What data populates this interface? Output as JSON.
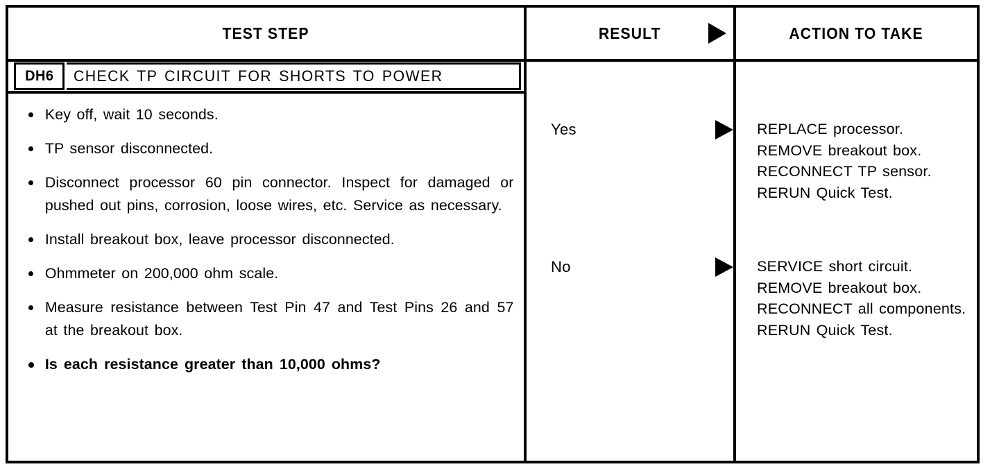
{
  "table": {
    "headers": {
      "test_step": "TEST STEP",
      "result": "RESULT",
      "action": "ACTION TO TAKE",
      "result_arrow_icon": "right-triangle-arrow-icon"
    },
    "step": {
      "code": "DH6",
      "title": "CHECK TP CIRCUIT FOR SHORTS TO POWER",
      "items": [
        {
          "text": "Key off, wait 10 seconds.",
          "bold": false
        },
        {
          "text": "TP sensor disconnected.",
          "bold": false
        },
        {
          "text": "Disconnect processor 60 pin connector. Inspect for damaged or pushed out pins, corrosion, loose wires, etc. Service as necessary.",
          "bold": false
        },
        {
          "text": "Install breakout box, leave processor disconnected.",
          "bold": false
        },
        {
          "text": "Ohmmeter on 200,000 ohm scale.",
          "bold": false
        },
        {
          "text": "Measure resistance between Test Pin 47 and Test Pins 26 and 57 at the breakout box.",
          "bold": false
        },
        {
          "text": "Is each resistance greater than 10,000 ohms?",
          "bold": true
        }
      ]
    },
    "branches": [
      {
        "result": "Yes",
        "arrow_icon": "right-triangle-arrow-icon",
        "action": "REPLACE processor. REMOVE breakout box. RECONNECT TP sensor. RERUN Quick Test."
      },
      {
        "result": "No",
        "arrow_icon": "right-triangle-arrow-icon",
        "action": "SERVICE short circuit. REMOVE breakout box. RECONNECT all components. RERUN Quick Test."
      }
    ]
  },
  "colors": {
    "ink": "#000000",
    "paper": "#ffffff"
  }
}
